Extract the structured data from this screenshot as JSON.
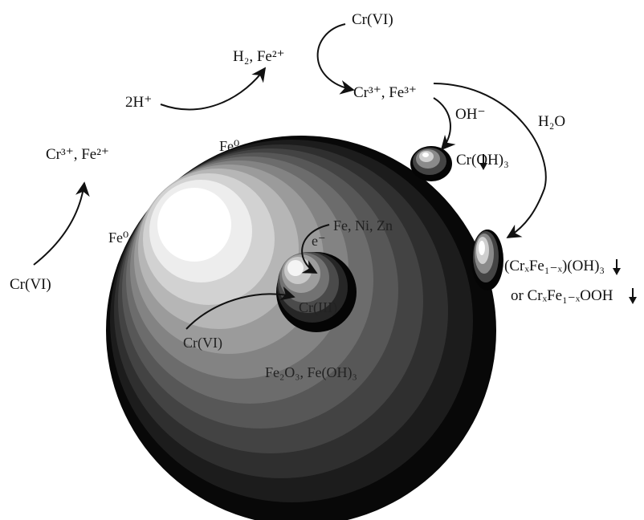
{
  "labels": {
    "cr6_top": "Cr(VI)",
    "h2_fe2": "H₂, Fe²⁺",
    "two_h": "2H⁺",
    "cr3_fe3": "Cr³⁺, Fe³⁺",
    "oh_minus": "OH⁻",
    "h2o": "H₂O",
    "croh3": "Cr(OH)₃",
    "cr3_fe2": "Cr³⁺, Fe²⁺",
    "fe0_top": "Fe⁰",
    "fe0_left": "Fe⁰",
    "cr6_left": "Cr(VI)",
    "e_minus": "e⁻",
    "fe_ni_zn": "Fe, Ni, Zn",
    "cr3_inner": "Cr(III)",
    "cr6_inner": "Cr(VI)",
    "fe_oxides": "Fe₂O₃, Fe(OH)₃",
    "crfe_oh3": "(CrₓFe₁₋ₓ)(OH)₃",
    "crfe_ooh": "or CrₓFe₁₋ₓOOH"
  },
  "colors": {
    "sphere_light": "#ffffff",
    "sphere_dark": "#0a0a0a",
    "text": "#111111"
  }
}
